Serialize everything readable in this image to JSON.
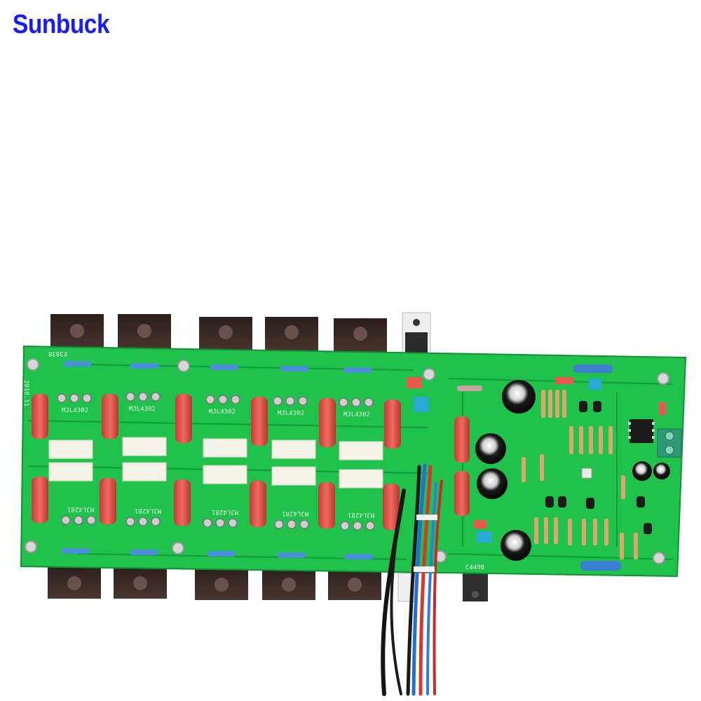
{
  "brand": {
    "name": "Sunbuck",
    "color": "#1a1aff"
  },
  "board": {
    "transistor_top_label": "MJL4302",
    "transistor_bottom_label": "MJL4281",
    "date_mark": "2018.11",
    "corner_mark": "E3838",
    "ic_label": "C4498",
    "colors": {
      "pcb": "#1fc24a",
      "pcb_dark": "#169a39",
      "capacitor_red": "#e8584f",
      "heatsink_tab": "#3a2a26"
    }
  }
}
